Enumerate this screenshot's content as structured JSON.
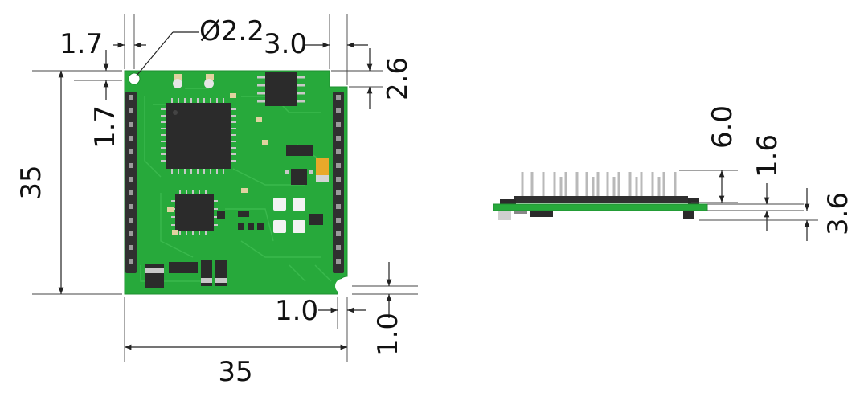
{
  "dimensions": {
    "top_view": {
      "hole_offset_x": "1.7",
      "hole_diameter": "Ø2.2",
      "header_offset": "3.0",
      "notch_depth": "2.6",
      "hole_offset_y": "1.7",
      "board_height": "35",
      "board_width": "35",
      "corner_x": "1.0",
      "corner_y": "1.0"
    },
    "side_view": {
      "pin_length": "6.0",
      "pcb_thickness": "1.6",
      "bottom_height": "3.6"
    }
  },
  "colors": {
    "pcb": "#27a93b",
    "pcb_dark": "#1f8f31",
    "chip": "#2b2b2b",
    "pin": "#b9b9b9",
    "header": "#303030",
    "pad_white": "#f2f2f2",
    "capacitor": "#e8a92a"
  }
}
